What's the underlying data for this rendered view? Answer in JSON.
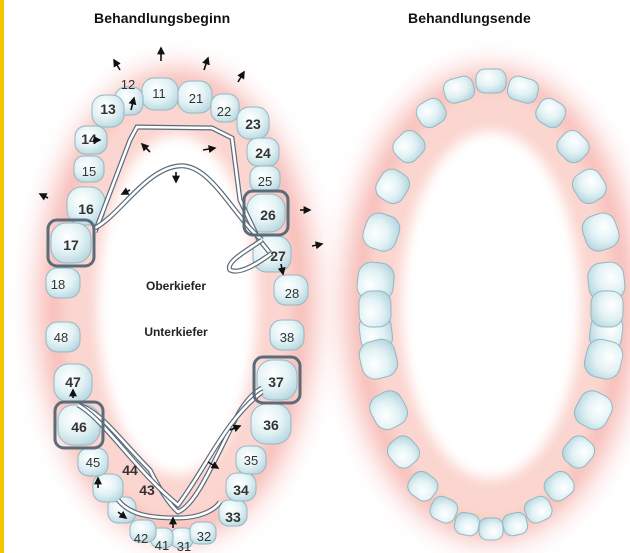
{
  "colors": {
    "accent_bar": "#f5c400",
    "gum": "#e8413a",
    "tooth_fill": "#dbeff3",
    "tooth_stroke": "#93b8c3",
    "wire": "#5a6c7a"
  },
  "headings": {
    "left": "Behandlungsbeginn",
    "right": "Behandlungsende"
  },
  "jaw_labels": {
    "upper": "Oberkiefer",
    "lower": "Unterkiefer"
  },
  "teeth": [
    {
      "id": "11",
      "label": "11",
      "bold": false
    },
    {
      "id": "12",
      "label": "12",
      "bold": false
    },
    {
      "id": "13",
      "label": "13",
      "bold": true
    },
    {
      "id": "14",
      "label": "14",
      "bold": true
    },
    {
      "id": "15",
      "label": "15",
      "bold": false
    },
    {
      "id": "16",
      "label": "16",
      "bold": true
    },
    {
      "id": "17",
      "label": "17",
      "bold": true
    },
    {
      "id": "18",
      "label": "18",
      "bold": false
    },
    {
      "id": "21",
      "label": "21",
      "bold": false
    },
    {
      "id": "22",
      "label": "22",
      "bold": false
    },
    {
      "id": "23",
      "label": "23",
      "bold": true
    },
    {
      "id": "24",
      "label": "24",
      "bold": true
    },
    {
      "id": "25",
      "label": "25",
      "bold": false
    },
    {
      "id": "26",
      "label": "26",
      "bold": true
    },
    {
      "id": "27",
      "label": "27",
      "bold": true
    },
    {
      "id": "28",
      "label": "28",
      "bold": false
    },
    {
      "id": "31",
      "label": "31",
      "bold": false
    },
    {
      "id": "32",
      "label": "32",
      "bold": false
    },
    {
      "id": "33",
      "label": "33",
      "bold": true
    },
    {
      "id": "34",
      "label": "34",
      "bold": true
    },
    {
      "id": "35",
      "label": "35",
      "bold": false
    },
    {
      "id": "36",
      "label": "36",
      "bold": true
    },
    {
      "id": "37",
      "label": "37",
      "bold": true
    },
    {
      "id": "38",
      "label": "38",
      "bold": false
    },
    {
      "id": "41",
      "label": "41",
      "bold": false
    },
    {
      "id": "42",
      "label": "42",
      "bold": false
    },
    {
      "id": "43",
      "label": "43",
      "bold": true
    },
    {
      "id": "44",
      "label": "44",
      "bold": true
    },
    {
      "id": "45",
      "label": "45",
      "bold": false
    },
    {
      "id": "46",
      "label": "46",
      "bold": true
    },
    {
      "id": "47",
      "label": "47",
      "bold": true
    },
    {
      "id": "48",
      "label": "48",
      "bold": false
    }
  ]
}
